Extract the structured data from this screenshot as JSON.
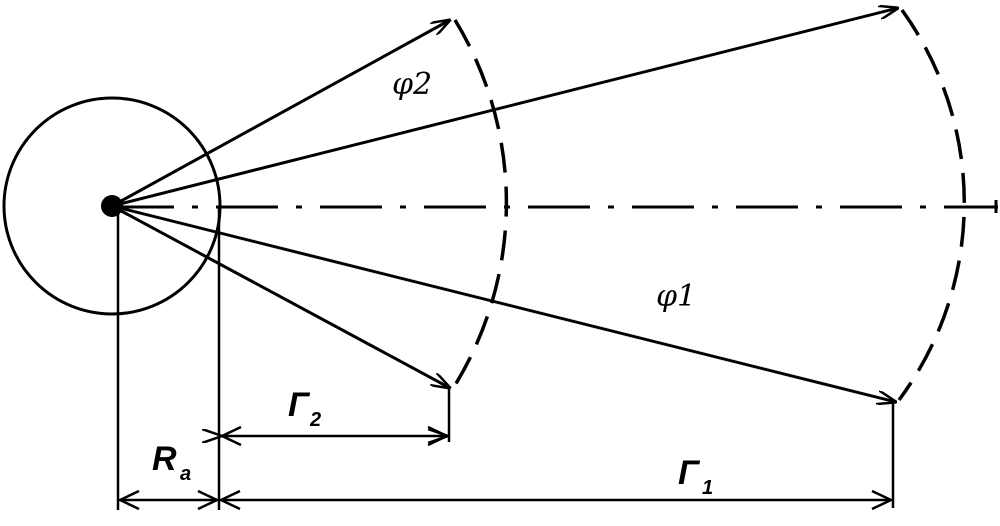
{
  "labels": {
    "phi2": "φ2",
    "phi1": "φ1",
    "gamma2": {
      "main": "Г",
      "sub": "2"
    },
    "gamma1": {
      "main": "Г",
      "sub": "1"
    },
    "ra": {
      "main": "R",
      "sub": "a"
    }
  },
  "colors": {
    "ink": "#000000",
    "background": "#ffffff"
  }
}
